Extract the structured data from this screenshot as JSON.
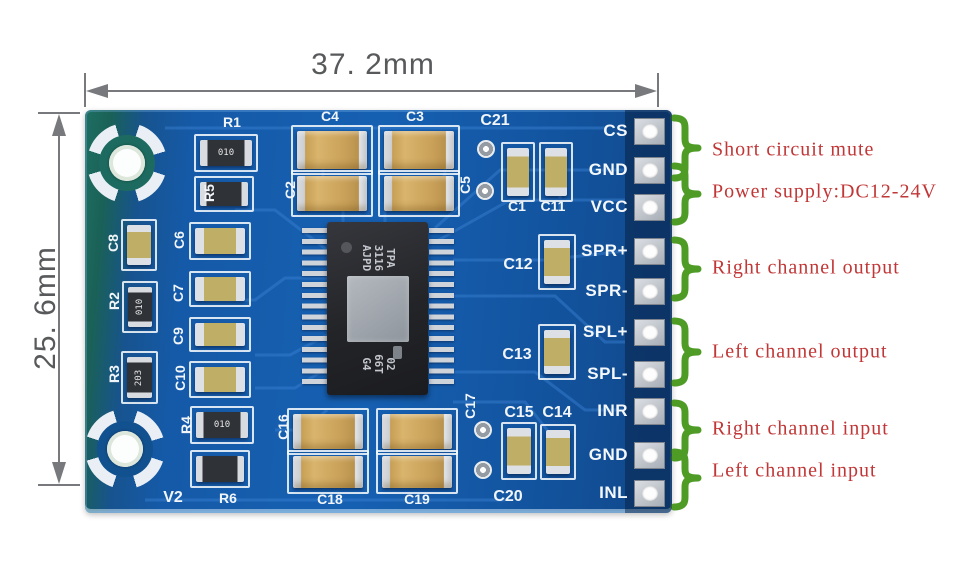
{
  "dimension_labels": {
    "width": "37. 2mm",
    "height": "25. 6mm"
  },
  "pins": [
    "CS",
    "GND",
    "VCC",
    "SPR+",
    "SPR-",
    "SPL+",
    "SPL-",
    "INR",
    "GND",
    "INL"
  ],
  "pin_annotations": [
    "Short circuit mute",
    "Power supply:DC12-24V",
    "Right channel output",
    "Left channel output",
    "Right channel input",
    "Left channel input"
  ],
  "chip": {
    "line1": "TPA",
    "line2": "3116",
    "line3": "AJPD",
    "line4": "02",
    "line5": "66T",
    "line6": "G4"
  },
  "silkscreen": {
    "r1": "R1",
    "r5": "R5",
    "c8": "C8",
    "c6": "C6",
    "r2": "R2",
    "c7": "C7",
    "c9": "C9",
    "r3": "R3",
    "c10": "C10",
    "r4": "R4",
    "r6": "R6",
    "v2": "V2",
    "c4": "C4",
    "c3": "C3",
    "c21": "C21",
    "c2": "C2",
    "c5": "C5",
    "c1": "C1",
    "c11": "C11",
    "c12": "C12",
    "c13": "C13",
    "c16": "C16",
    "c17": "C17",
    "c18": "C18",
    "c19": "C19",
    "c20": "C20",
    "c15": "C15",
    "c14": "C14"
  },
  "markings": {
    "r1": "010",
    "r2": "010",
    "r3": "203",
    "r4": "010"
  },
  "colors": {
    "pcb_blue": "#1559a6",
    "pcb_teal": "#1d6b60",
    "brace_green": "#4e9c25",
    "annotation_red": "#c13636",
    "capacitor_tan": "#cda45e",
    "silkscreen_white": "#f2f6fa"
  }
}
